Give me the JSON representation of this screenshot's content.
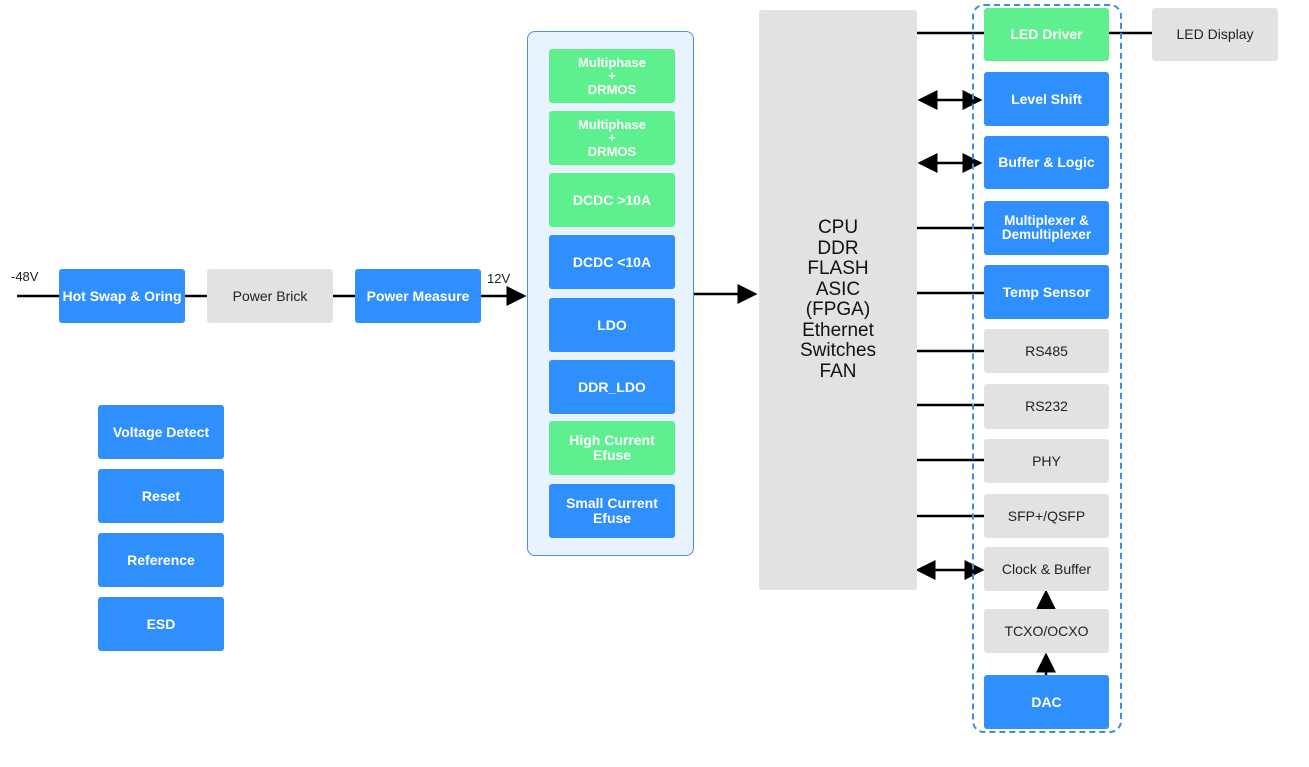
{
  "input": {
    "voltage_in": "-48V",
    "voltage_12v": "12V"
  },
  "chain": {
    "hot_swap": "Hot Swap & Oring",
    "power_brick": "Power Brick",
    "power_measure": "Power Measure"
  },
  "supervisors": [
    "Voltage Detect",
    "Reset",
    "Reference",
    "ESD"
  ],
  "power_rails": [
    {
      "label": "Multiphase\n+\nDRMOS",
      "color": "green"
    },
    {
      "label": "Multiphase\n+\nDRMOS",
      "color": "green"
    },
    {
      "label": "DCDC >10A",
      "color": "green"
    },
    {
      "label": "DCDC <10A",
      "color": "blue"
    },
    {
      "label": "LDO",
      "color": "blue"
    },
    {
      "label": "DDR_LDO",
      "color": "blue"
    },
    {
      "label": "High Current\nEfuse",
      "color": "green"
    },
    {
      "label": "Small Current\nEfuse",
      "color": "blue"
    }
  ],
  "main_block": [
    "CPU",
    "DDR",
    "FLASH",
    "ASIC",
    "(FPGA)",
    "Ethernet",
    "Switches",
    "FAN"
  ],
  "peripherals": {
    "led_driver": "LED Driver",
    "level_shift": "Level Shift",
    "buffer_logic": "Buffer & Logic",
    "mux": "Multiplexer &\nDemultiplexer",
    "temp_sensor": "Temp Sensor",
    "rs485": "RS485",
    "rs232": "RS232",
    "phy": "PHY",
    "sfp": "SFP+/QSFP",
    "clock_buffer": "Clock & Buffer",
    "tcxo": "TCXO/OCXO",
    "dac": "DAC"
  },
  "led_display": "LED Display",
  "colors": {
    "blue": "#2f8ffd",
    "green": "#5ef08e",
    "gray": "#e2e2e2",
    "border": "#3d8de0"
  }
}
